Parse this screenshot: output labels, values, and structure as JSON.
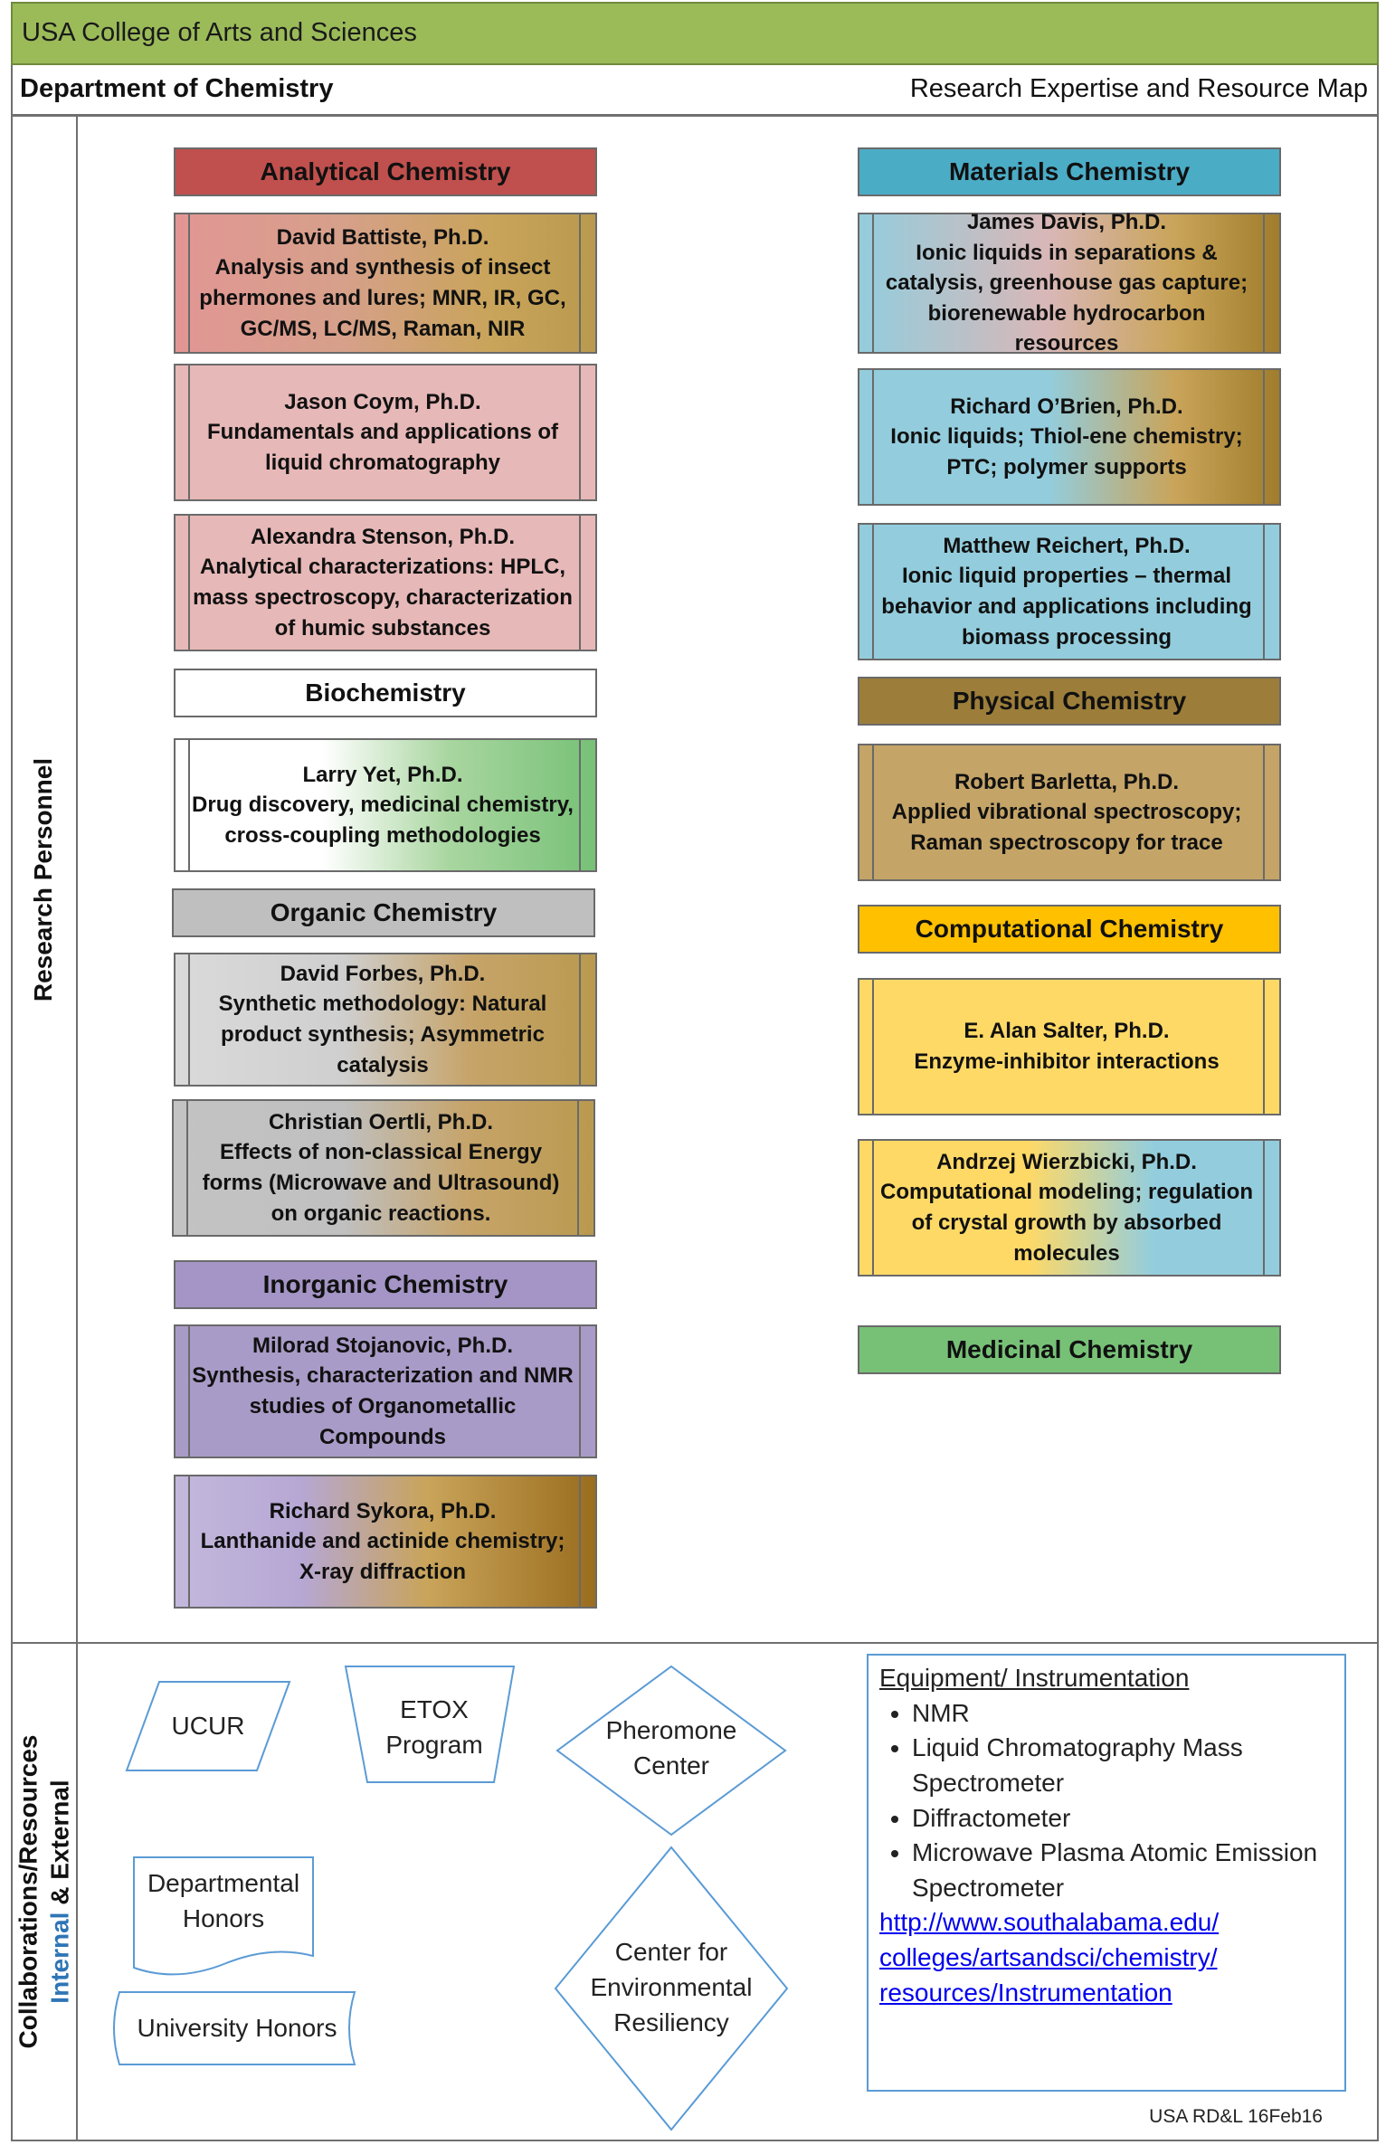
{
  "header": {
    "college": "USA College of Arts and Sciences",
    "department": "Department of Chemistry",
    "map_title": "Research Expertise and Resource Map"
  },
  "sections": {
    "personnel_label": "Research Personnel",
    "collab_label_line1": "Collaborations/Resources",
    "collab_label_internal": "Internal",
    "collab_label_external": " & External"
  },
  "categories": {
    "analytical": "Analytical Chemistry",
    "biochemistry": "Biochemistry",
    "organic": "Organic Chemistry",
    "inorganic": "Inorganic Chemistry",
    "materials": "Materials Chemistry",
    "physical": "Physical Chemistry",
    "computational": "Computational Chemistry",
    "medicinal": "Medicinal Chemistry"
  },
  "people": {
    "battiste": {
      "name": "David Battiste, Ph.D.",
      "desc": "Analysis and synthesis of insect phermones and lures; MNR, IR, GC, GC/MS, LC/MS, Raman, NIR"
    },
    "coym": {
      "name": "Jason Coym, Ph.D.",
      "desc": "Fundamentals and applications of liquid chromatography"
    },
    "stenson": {
      "name": "Alexandra Stenson, Ph.D.",
      "desc": "Analytical characterizations: HPLC, mass spectroscopy, characterization of humic substances"
    },
    "yet": {
      "name": "Larry Yet, Ph.D.",
      "desc": "Drug discovery, medicinal chemistry, cross-coupling methodologies"
    },
    "forbes": {
      "name": "David Forbes, Ph.D.",
      "desc": "Synthetic methodology: Natural product synthesis; Asymmetric catalysis"
    },
    "oertli": {
      "name": "Christian Oertli, Ph.D.",
      "desc": "Effects of non-classical Energy forms (Microwave and Ultrasound) on organic reactions."
    },
    "stojanovic": {
      "name": "Milorad Stojanovic, Ph.D.",
      "desc": "Synthesis, characterization and NMR studies of Organometallic Compounds"
    },
    "sykora": {
      "name": "Richard Sykora, Ph.D.",
      "desc": "Lanthanide and actinide chemistry; X-ray diffraction"
    },
    "davis": {
      "name": "James Davis, Ph.D.",
      "desc": "Ionic liquids in separations & catalysis, greenhouse gas capture; biorenewable hydrocarbon resources"
    },
    "obrien": {
      "name": "Richard O’Brien, Ph.D.",
      "desc": "Ionic liquids; Thiol-ene chemistry; PTC; polymer supports"
    },
    "reichert": {
      "name": "Matthew Reichert, Ph.D.",
      "desc": "Ionic liquid properties – thermal behavior and applications including biomass processing"
    },
    "barletta": {
      "name": "Robert Barletta, Ph.D.",
      "desc": "Applied vibrational spectroscopy; Raman spectroscopy for trace"
    },
    "salter": {
      "name": "E. Alan Salter, Ph.D.",
      "desc": "Enzyme-inhibitor interactions"
    },
    "wierzbicki": {
      "name": "Andrzej Wierzbicki, Ph.D.",
      "desc": "Computational modeling; regulation of crystal growth by absorbed molecules"
    }
  },
  "resources": {
    "ucur": "UCUR",
    "etox_1": "ETOX",
    "etox_2": "Program",
    "pheromone_1": "Pheromone",
    "pheromone_2": "Center",
    "honors_1": "Departmental",
    "honors_2": "Honors",
    "univ_honors": "University Honors",
    "cer_1": "Center for",
    "cer_2": "Environmental",
    "cer_3": "Resiliency"
  },
  "equipment": {
    "heading": "Equipment/ Instrumentation",
    "items": [
      "NMR",
      "Liquid Chromatography Mass Spectrometer",
      "Diffractometer",
      "Microwave Plasma Atomic Emission Spectrometer"
    ],
    "link_1": "http://www.southalabama.edu/",
    "link_2": "colleges/artsandsci/chemistry/",
    "link_3": "resources/Instrumentation"
  },
  "footer": "USA RD&L 16Feb16",
  "colors": {
    "banner": "#9bbb59",
    "analytical": "#c0504d",
    "materials": "#4bacc6",
    "physical": "#9c7e3a",
    "computational": "#ffc000",
    "organic": "#bfbfbf",
    "inorganic": "#a495c6",
    "medicinal": "#77c177",
    "link": "#0000ee"
  }
}
